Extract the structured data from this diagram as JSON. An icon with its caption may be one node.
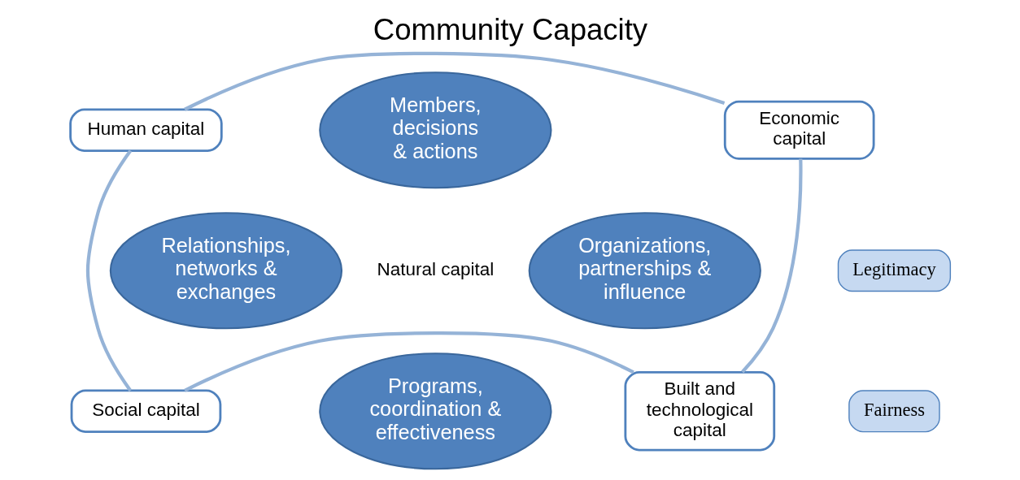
{
  "diagram": {
    "title": "Community Capacity",
    "nodes": [
      {
        "text": [
          "Human capital"
        ]
      },
      {
        "text": [
          "Economic capital"
        ]
      },
      {
        "text": [
          "Members, decisions & actions"
        ]
      },
      {
        "text": [
          "Legitimacy"
        ]
      },
      {
        "text": [
          "Relationships, networks & exchanges"
        ]
      },
      {
        "text": [
          "Natural capital"
        ]
      },
      {
        "text": [
          "Organizations, partnerships & influence"
        ]
      },
      {
        "text": [
          "Programs, coordination & effectiveness"
        ]
      },
      {
        "text": [
          "Fairness"
        ]
      },
      {
        "text": [
          "Social capital"
        ]
      },
      {
        "text": [
          "Built and technological capital"
        ]
      }
    ],
    "edges": [
      {
        "from": 0,
        "to": 1,
        "arrow": "none"
      },
      {
        "from": 1,
        "to": 10,
        "arrow": "none"
      },
      {
        "from": 10,
        "to": 9,
        "arrow": "none"
      },
      {
        "from": 9,
        "to": 0,
        "arrow": "none"
      }
    ]
  }
}
